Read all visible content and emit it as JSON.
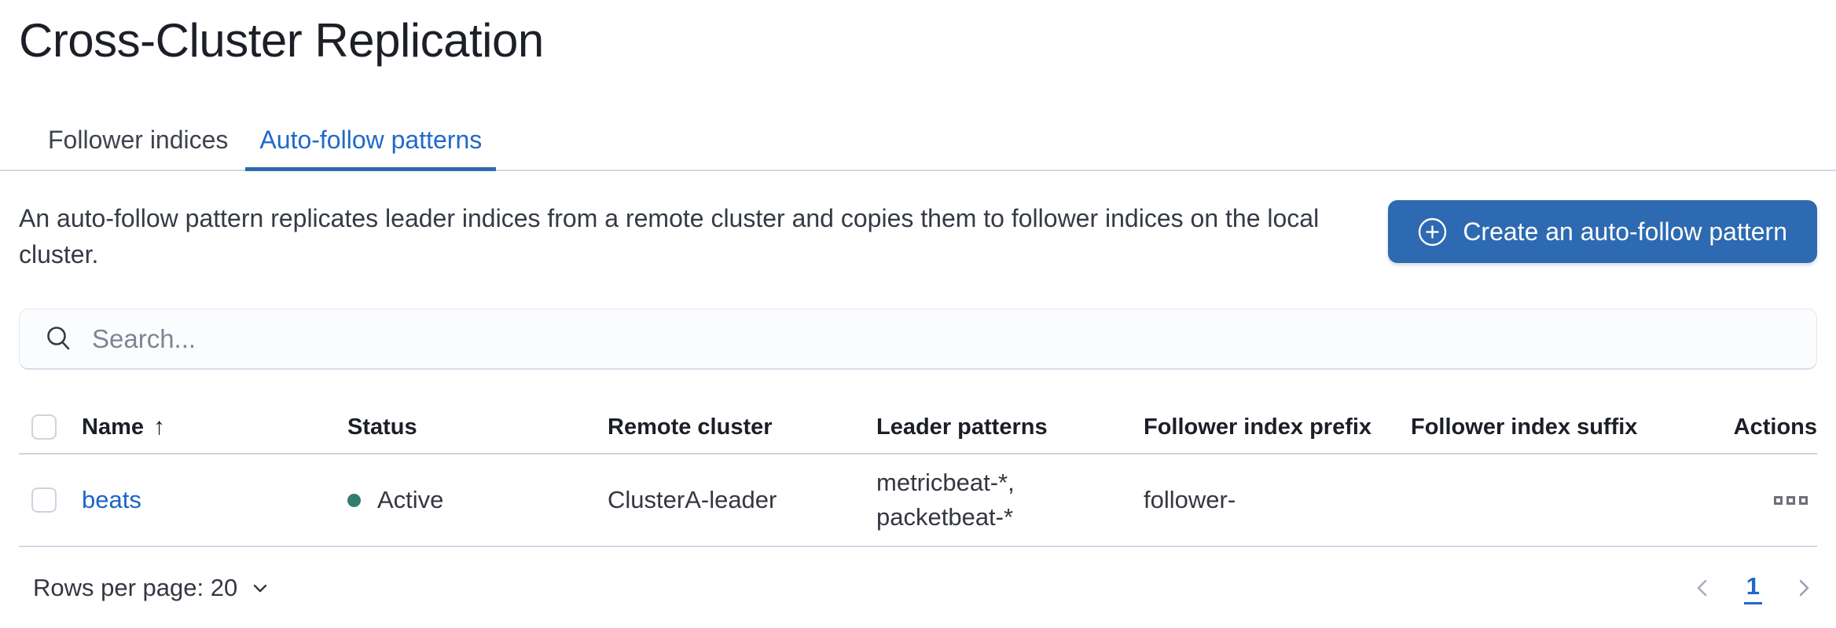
{
  "page": {
    "title": "Cross-Cluster Replication"
  },
  "tabs": [
    {
      "label": "Follower indices",
      "active": false
    },
    {
      "label": "Auto-follow patterns",
      "active": true
    }
  ],
  "intro": {
    "description": "An auto-follow pattern replicates leader indices from a remote cluster and copies them to follower indices on the local cluster.",
    "create_button_label": "Create an auto-follow pattern"
  },
  "search": {
    "placeholder": "Search...",
    "value": ""
  },
  "table": {
    "columns": {
      "name": "Name",
      "status": "Status",
      "remote_cluster": "Remote cluster",
      "leader_patterns": "Leader patterns",
      "follower_index_prefix": "Follower index prefix",
      "follower_index_suffix": "Follower index suffix",
      "actions": "Actions"
    },
    "sort": {
      "column": "Name",
      "direction": "ascending",
      "arrow": "↑"
    },
    "rows": [
      {
        "name": "beats",
        "status": "Active",
        "remote_cluster": "ClusterA-leader",
        "leader_patterns_line1": "metricbeat-*,",
        "leader_patterns_line2": "packetbeat-*",
        "follower_index_prefix": "follower-",
        "follower_index_suffix": ""
      }
    ]
  },
  "pagination": {
    "rows_per_page_label": "Rows per page: 20",
    "current_page": "1"
  },
  "colors": {
    "accent_fill": "#2d6ab1",
    "link_blue": "#2069c9",
    "success_dot": "#2f7e70",
    "divider": "#d3d9e5"
  }
}
